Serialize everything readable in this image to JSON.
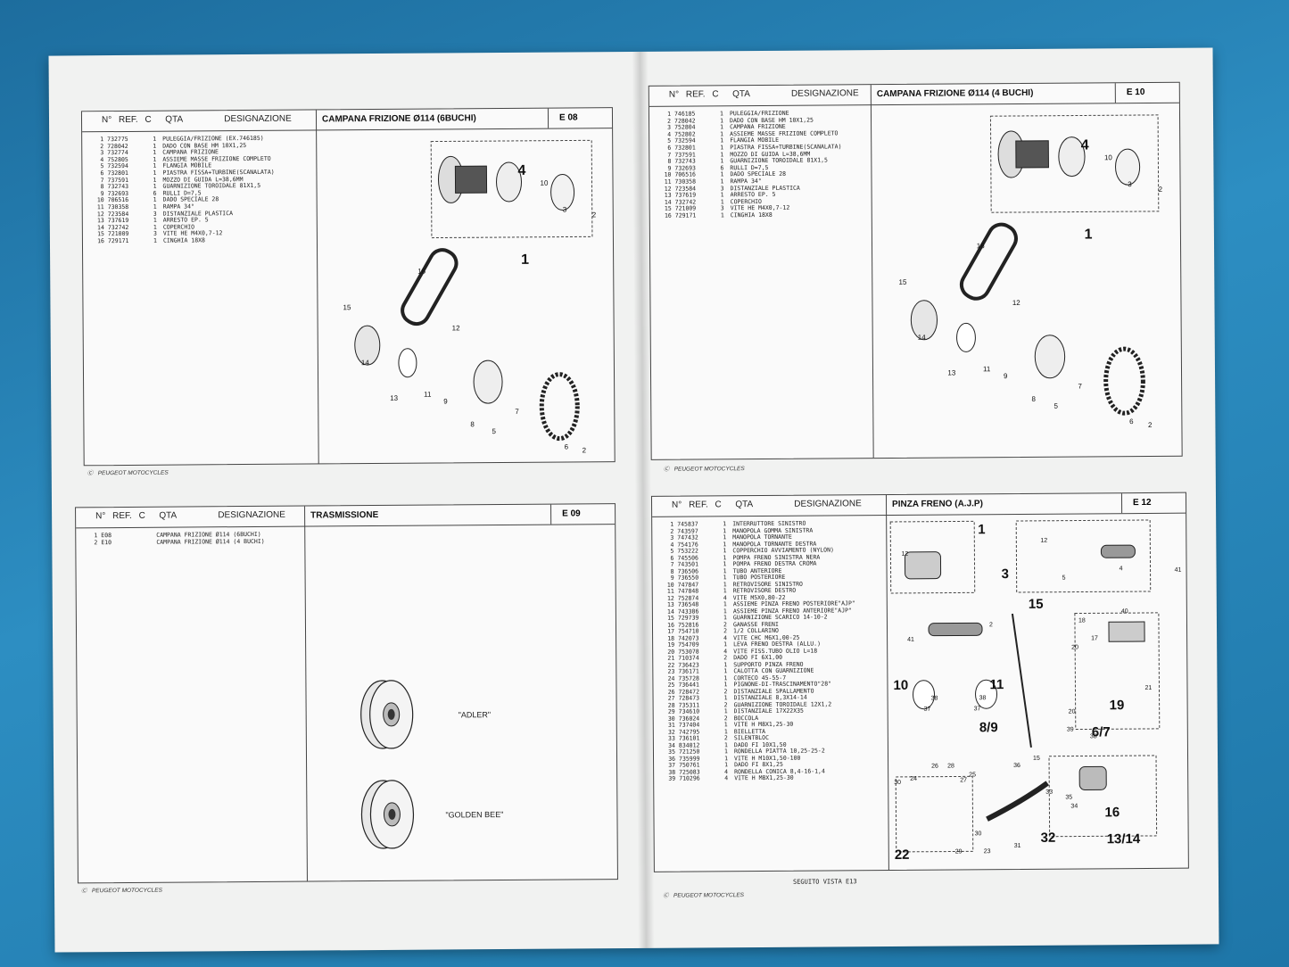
{
  "columns": {
    "n": "N°",
    "ref": "REF.",
    "c": "C",
    "qta": "QTA",
    "des": "DESIGNAZIONE"
  },
  "footer_brand": "PEUGEOT MOTOCYCLES",
  "footer_c": "C",
  "pages": {
    "e08": {
      "title": "CAMPANA FRIZIONE Ø114 (6BUCHI)",
      "code": "E 08",
      "rows": [
        [
          "1",
          "732775",
          "1",
          "PULEGGIA/FRIZIONE (EX.746185)"
        ],
        [
          "2",
          "728042",
          "1",
          "DADO CON BASE HM 10X1,25"
        ],
        [
          "3",
          "732774",
          "1",
          "CAMPANA FRIZIONE"
        ],
        [
          "4",
          "752805",
          "1",
          "ASSIEME MASSE FRIZIONE COMPLETO"
        ],
        [
          "5",
          "732594",
          "1",
          "FLANGIA MOBILE"
        ],
        [
          "6",
          "732801",
          "1",
          "PIASTRA FISSA+TURBINE(SCANALATA)"
        ],
        [
          "7",
          "737591",
          "1",
          "MOZZO DI GUIDA L=38,6MM"
        ],
        [
          "8",
          "732743",
          "1",
          "GUARNIZIONE TOROIDALE 81X1,5"
        ],
        [
          "9",
          "732693",
          "6",
          "RULLI D=7,5"
        ],
        [
          "10",
          "706516",
          "1",
          "DADO SPECIALE 28"
        ],
        [
          "11",
          "730358",
          "1",
          "RAMPA 34°"
        ],
        [
          "12",
          "723584",
          "3",
          "DISTANZIALE PLASTICA"
        ],
        [
          "13",
          "737619",
          "1",
          "ARRESTO EP. 5"
        ],
        [
          "14",
          "732742",
          "1",
          "COPERCHIO"
        ],
        [
          "15",
          "721009",
          "3",
          "VITE HE M4X0,7-12"
        ],
        [
          "16",
          "729171",
          "1",
          "CINGHIA 18X8"
        ]
      ],
      "labels": [
        "4",
        "10",
        "3",
        "2",
        "1",
        "16",
        "15",
        "12",
        "14",
        "13",
        "11",
        "9",
        "7",
        "8",
        "5",
        "6",
        "2"
      ]
    },
    "e10": {
      "title": "CAMPANA FRIZIONE Ø114 (4 BUCHI)",
      "code": "E 10",
      "rows": [
        [
          "1",
          "746185",
          "1",
          "PULEGGIA/FRIZIONE"
        ],
        [
          "2",
          "728042",
          "1",
          "DADO CON BASE HM 10X1,25"
        ],
        [
          "3",
          "752804",
          "1",
          "CAMPANA FRIZIONE"
        ],
        [
          "4",
          "752802",
          "1",
          "ASSIEME MASSE FRIZIONE COMPLETO"
        ],
        [
          "5",
          "732594",
          "1",
          "FLANGIA MOBILE"
        ],
        [
          "6",
          "732801",
          "1",
          "PIASTRA FISSA+TURBINE(SCANALATA)"
        ],
        [
          "7",
          "737591",
          "1",
          "MOZZO DI GUIDA L=38,6MM"
        ],
        [
          "8",
          "732743",
          "1",
          "GUARNIZIONE TOROIDALE 81X1,5"
        ],
        [
          "9",
          "732693",
          "6",
          "RULLI D=7,5"
        ],
        [
          "10",
          "706516",
          "1",
          "DADO SPECIALE 28"
        ],
        [
          "11",
          "730358",
          "1",
          "RAMPA 34°"
        ],
        [
          "12",
          "723584",
          "3",
          "DISTANZIALE PLASTICA"
        ],
        [
          "13",
          "737619",
          "1",
          "ARRESTO EP. 5"
        ],
        [
          "14",
          "732742",
          "1",
          "COPERCHIO"
        ],
        [
          "15",
          "721009",
          "3",
          "VITE HE M4X0,7-12"
        ],
        [
          "16",
          "729171",
          "1",
          "CINGHIA 18X8"
        ]
      ],
      "labels": [
        "4",
        "10",
        "3",
        "2",
        "1",
        "16",
        "15",
        "12",
        "14",
        "13",
        "11",
        "9",
        "7",
        "8",
        "5",
        "6",
        "2"
      ]
    },
    "e09": {
      "title": "TRASMISSIONE",
      "code": "E 09",
      "rows": [
        [
          "1",
          "E08",
          "",
          "CAMPANA FRIZIONE Ø114 (6BUCHI)"
        ],
        [
          "2",
          "E10",
          "",
          "CAMPANA FRIZIONE Ø114 (4 BUCHI)"
        ]
      ],
      "adler": "\"ADLER\"",
      "goldenbee": "\"GOLDEN BEE\""
    },
    "e12": {
      "title": "PINZA FRENO (A.J.P)",
      "code": "E 12",
      "rows": [
        [
          "1",
          "745837",
          "1",
          "INTERRUTTORE SINISTRO"
        ],
        [
          "2",
          "743597",
          "1",
          "MANOPOLA GOMMA SINISTRA"
        ],
        [
          "3",
          "747432",
          "1",
          "MANOPOLA TORNANTE"
        ],
        [
          "4",
          "754176",
          "1",
          "MANOPOLA TORNANTE DESTRA"
        ],
        [
          "5",
          "753222",
          "1",
          "COPPERCHIO AVVIAMENTO (NYLON)"
        ],
        [
          "6",
          "745506",
          "1",
          "POMPA FRENO SINISTRA NERA"
        ],
        [
          "7",
          "743501",
          "1",
          "POMPA FRENO DESTRA CROMA"
        ],
        [
          "8",
          "736506",
          "1",
          "TUBO ANTERIORE"
        ],
        [
          "9",
          "736550",
          "1",
          "TUBO POSTERIORE"
        ],
        [
          "10",
          "747847",
          "1",
          "RETROVISORE SINISTRO"
        ],
        [
          "11",
          "747848",
          "1",
          "RETROVISORE DESTRO"
        ],
        [
          "12",
          "752874",
          "4",
          "VITE M5X0,80-22"
        ],
        [
          "13",
          "736548",
          "1",
          "ASSIEME PINZA FRENO POSTERIORE\"AJP\""
        ],
        [
          "14",
          "743386",
          "1",
          "ASSIEME PINZA FRENO ANTERIORE\"AJP\""
        ],
        [
          "15",
          "729739",
          "1",
          "GUARNIZIONE SCARICO 14-10-2"
        ],
        [
          "16",
          "752816",
          "2",
          "GANASSE FRENI"
        ],
        [
          "17",
          "754710",
          "2",
          "1/2 COLLARINO"
        ],
        [
          "18",
          "742073",
          "4",
          "VITE CHC M6X1,00-25"
        ],
        [
          "19",
          "754709",
          "1",
          "LEVA FRENO DESTRA (ALLU.)"
        ],
        [
          "20",
          "753078",
          "4",
          "VITE FISS.TUBO OLIO L=18"
        ],
        [
          "21",
          "710374",
          "2",
          "DADO FI 6X1,00"
        ],
        [
          "22",
          "736423",
          "1",
          "SUPPORTO PINZA FRENO"
        ],
        [
          "23",
          "736171",
          "1",
          "CALOTTA CON GUARNIZIONE"
        ],
        [
          "24",
          "735728",
          "1",
          "CORTECO 45-55-7"
        ],
        [
          "25",
          "736441",
          "1",
          "PIGNONE-DI-TRASCINAMENTO\"28\""
        ],
        [
          "26",
          "728472",
          "2",
          "DISTANZIALE SPALLAMENTO"
        ],
        [
          "27",
          "728473",
          "1",
          "DISTANZIALE 8,3X14-14"
        ],
        [
          "28",
          "735311",
          "2",
          "GUARNIZIONE TOROIDALE 12X1,2"
        ],
        [
          "29",
          "734610",
          "1",
          "DISTANZIALE 17X22X35"
        ],
        [
          "30",
          "736024",
          "2",
          "BOCCOLA"
        ],
        [
          "31",
          "737404",
          "1",
          "VITE H M8X1,25-30"
        ],
        [
          "32",
          "742795",
          "1",
          "BIELLETTA"
        ],
        [
          "33",
          "736101",
          "2",
          "SILENTBLOC"
        ],
        [
          "34",
          "834012",
          "1",
          "DADO FI 10X1,50"
        ],
        [
          "35",
          "721250",
          "1",
          "RONDELLA PIATTA 10,25-25-2"
        ],
        [
          "36",
          "735999",
          "1",
          "VITE H M10X1,50-100"
        ],
        [
          "37",
          "750761",
          "1",
          "DADO FI 8X1,25"
        ],
        [
          "38",
          "725083",
          "4",
          "RONDELLA CONICA 8,4-16-1,4"
        ],
        [
          "39",
          "710296",
          "4",
          "VITE H M8X1,25-30"
        ]
      ],
      "seguito": "SEGUITO VISTA   E13",
      "labels": [
        "1",
        "12",
        "3",
        "12",
        "5",
        "4",
        "41",
        "15",
        "41",
        "2",
        "40",
        "18",
        "17",
        "20",
        "10",
        "11",
        "21",
        "19",
        "38",
        "37",
        "38",
        "37",
        "8/9",
        "20",
        "39",
        "38",
        "6/7",
        "15",
        "36",
        "26",
        "28",
        "30",
        "24",
        "25",
        "27",
        "33",
        "35",
        "34",
        "16",
        "22",
        "29",
        "30",
        "23",
        "31",
        "32",
        "13/14"
      ]
    }
  }
}
